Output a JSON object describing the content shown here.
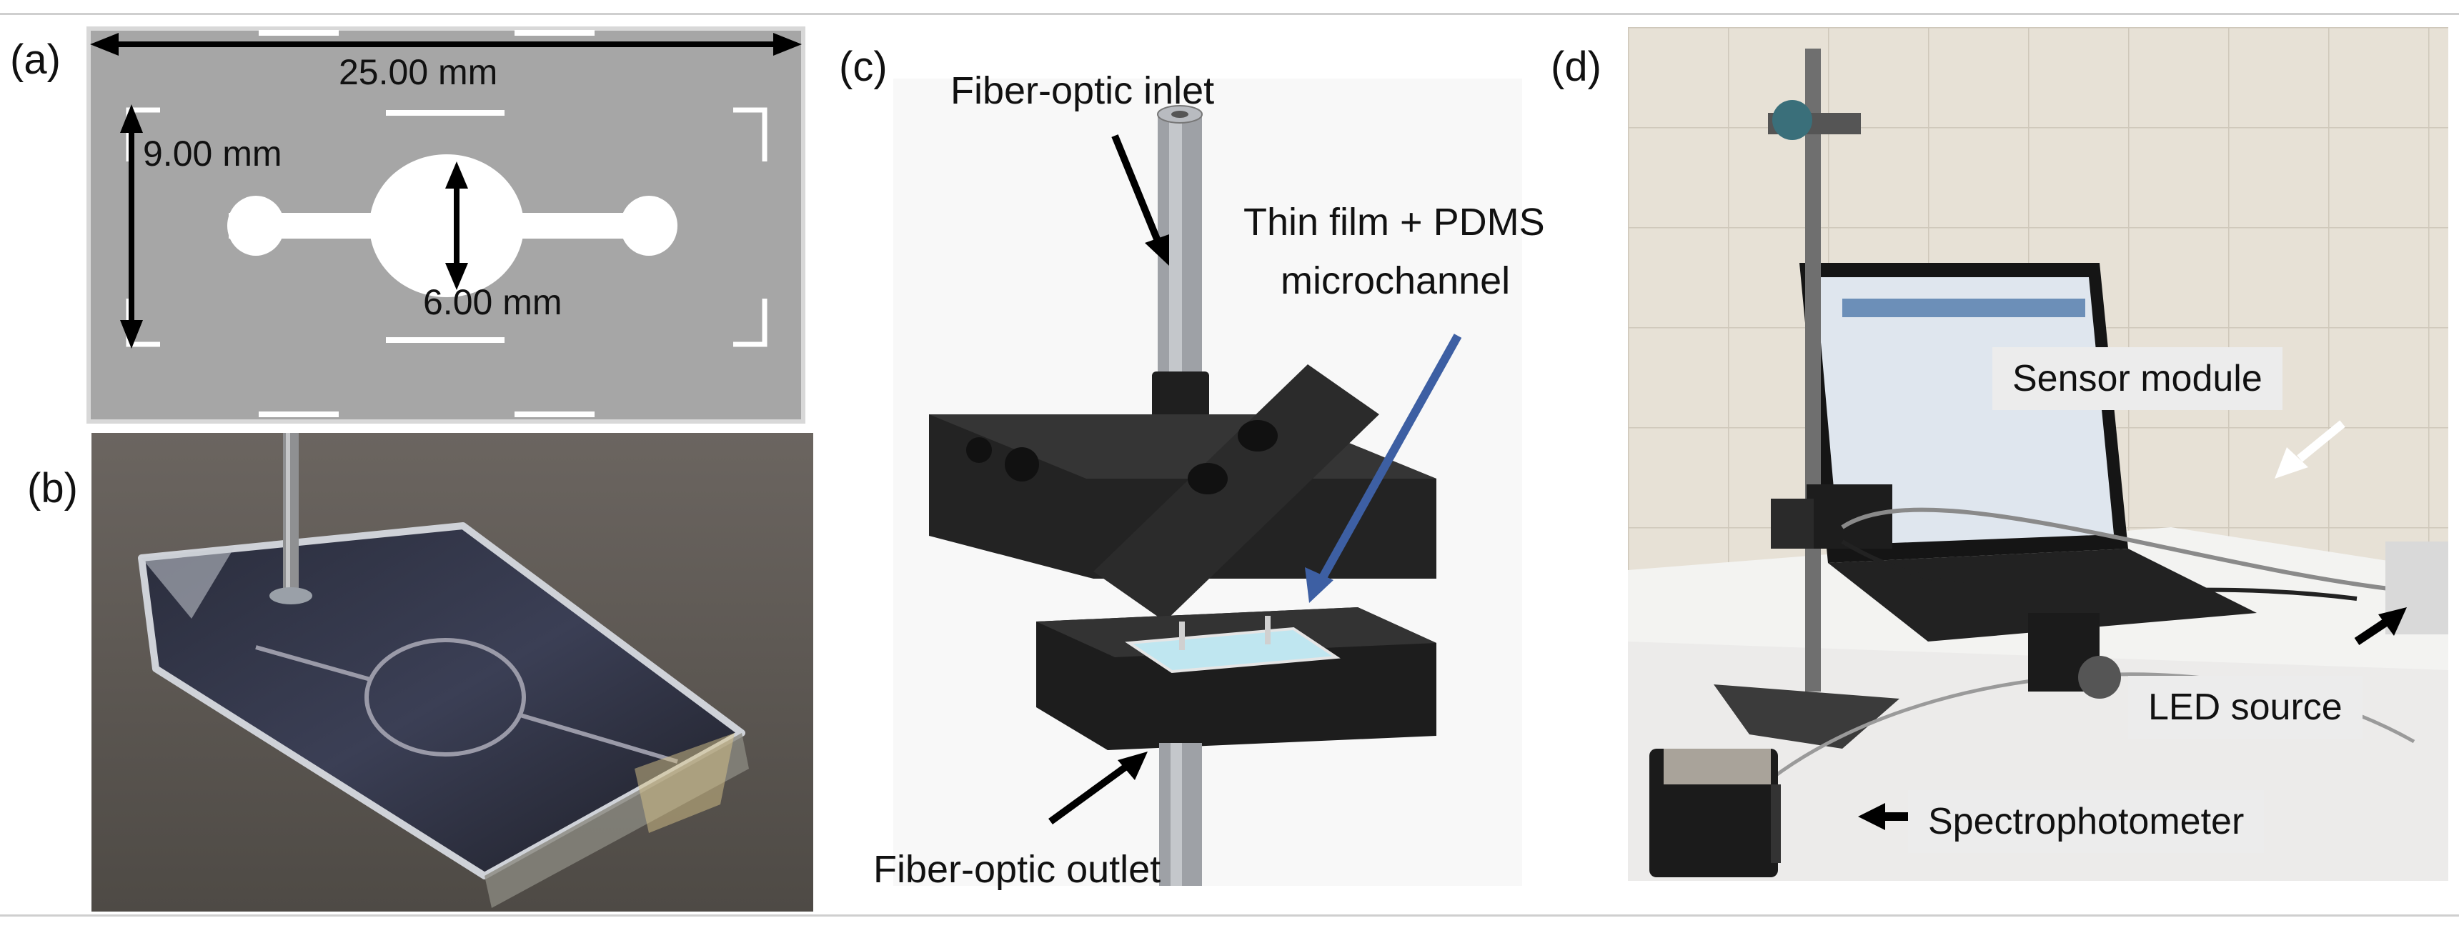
{
  "panels": {
    "a": {
      "letter": "(a)",
      "width_label": "25.00 mm",
      "height_label": "9.00 mm",
      "diameter_label": "6.00 mm"
    },
    "b": {
      "letter": "(b)"
    },
    "c": {
      "letter": "(c)",
      "inlet_label": "Fiber-optic inlet",
      "film_label_line1": "Thin film + PDMS",
      "film_label_line2": "microchannel",
      "outlet_label": "Fiber-optic outlet"
    },
    "d": {
      "letter": "(d)",
      "sensor_label": "Sensor module",
      "led_label": "LED source",
      "spectro_label": "Spectrophotometer"
    }
  },
  "colors": {
    "template_gray": "#a6a6a6",
    "arrow_blue": "#3d5fa3",
    "tag_bg": "#ececec"
  }
}
